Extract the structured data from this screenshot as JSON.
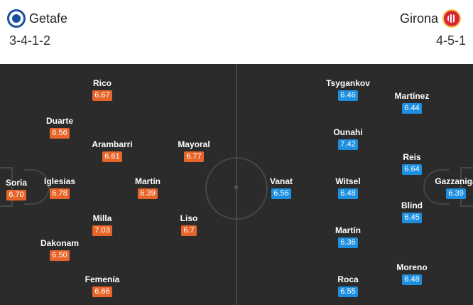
{
  "home": {
    "name": "Getafe",
    "formation": "3-4-1-2",
    "rating_color": "#e8652a",
    "players": [
      {
        "name": "Soria",
        "rating": "6.70"
      },
      {
        "name": "Duarte",
        "rating": "6.56"
      },
      {
        "name": "Iglesias",
        "rating": "6.78"
      },
      {
        "name": "Dakonam",
        "rating": "6.50"
      },
      {
        "name": "Rico",
        "rating": "6.67"
      },
      {
        "name": "Arambarri",
        "rating": "6.61"
      },
      {
        "name": "Milla",
        "rating": "7.03"
      },
      {
        "name": "Femenía",
        "rating": "6.66"
      },
      {
        "name": "Martín",
        "rating": "6.39"
      },
      {
        "name": "Mayoral",
        "rating": "6.77"
      },
      {
        "name": "Liso",
        "rating": "6.7"
      }
    ]
  },
  "away": {
    "name": "Girona",
    "formation": "4-5-1",
    "rating_color": "#1e8fe0",
    "players": [
      {
        "name": "Gazzaniga",
        "rating": "6.39"
      },
      {
        "name": "Martínez",
        "rating": "6.44"
      },
      {
        "name": "Reis",
        "rating": "6.64"
      },
      {
        "name": "Blind",
        "rating": "6.45"
      },
      {
        "name": "Moreno",
        "rating": "6.48"
      },
      {
        "name": "Tsygankov",
        "rating": "6.46"
      },
      {
        "name": "Ounahi",
        "rating": "7.42"
      },
      {
        "name": "Witsel",
        "rating": "6.48"
      },
      {
        "name": "Martín",
        "rating": "6.36"
      },
      {
        "name": "Roca",
        "rating": "6.55"
      },
      {
        "name": "Vanat",
        "rating": "6.56"
      }
    ]
  },
  "colors": {
    "pitch": "#2b2b2b",
    "pitch_lines": "#464646",
    "home_accent": "#1a4fa0",
    "away_accent": "#d92434"
  },
  "icons": {
    "home_crest": "getafe-crest-icon",
    "away_crest": "girona-crest-icon"
  }
}
